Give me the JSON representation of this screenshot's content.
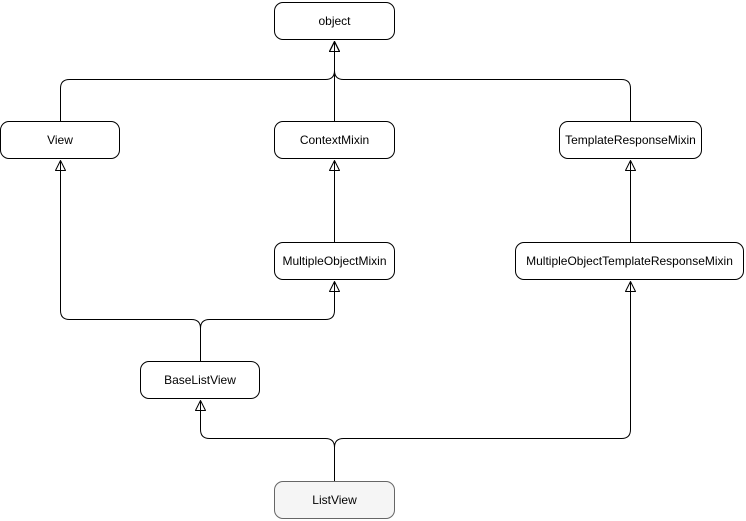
{
  "diagram": {
    "type": "class-inheritance-diagram",
    "nodes": [
      {
        "id": "object",
        "label": "object",
        "highlighted": false
      },
      {
        "id": "view",
        "label": "View",
        "highlighted": false
      },
      {
        "id": "context-mixin",
        "label": "ContextMixin",
        "highlighted": false
      },
      {
        "id": "template-response-mixin",
        "label": "TemplateResponseMixin",
        "highlighted": false
      },
      {
        "id": "multiple-object-mixin",
        "label": "MultipleObjectMixin",
        "highlighted": false
      },
      {
        "id": "multiple-object-template-response-mixin",
        "label": "MultipleObjectTemplateResponseMixin",
        "highlighted": false
      },
      {
        "id": "base-list-view",
        "label": "BaseListView",
        "highlighted": false
      },
      {
        "id": "list-view",
        "label": "ListView",
        "highlighted": true
      }
    ],
    "edges": [
      {
        "from": "View",
        "to": "object"
      },
      {
        "from": "ContextMixin",
        "to": "object"
      },
      {
        "from": "TemplateResponseMixin",
        "to": "object"
      },
      {
        "from": "MultipleObjectMixin",
        "to": "ContextMixin"
      },
      {
        "from": "MultipleObjectTemplateResponseMixin",
        "to": "TemplateResponseMixin"
      },
      {
        "from": "BaseListView",
        "to": "View"
      },
      {
        "from": "BaseListView",
        "to": "MultipleObjectMixin"
      },
      {
        "from": "ListView",
        "to": "BaseListView"
      },
      {
        "from": "ListView",
        "to": "MultipleObjectTemplateResponseMixin"
      }
    ],
    "colors": {
      "background": "#ffffff",
      "node_fill": "#ffffff",
      "node_border": "#000000",
      "edge_line": "#000000",
      "arrowhead": "#000000",
      "highlight_node_fill": "#f5f5f5",
      "highlight_node_border": "#666666",
      "text": "#000000"
    }
  }
}
